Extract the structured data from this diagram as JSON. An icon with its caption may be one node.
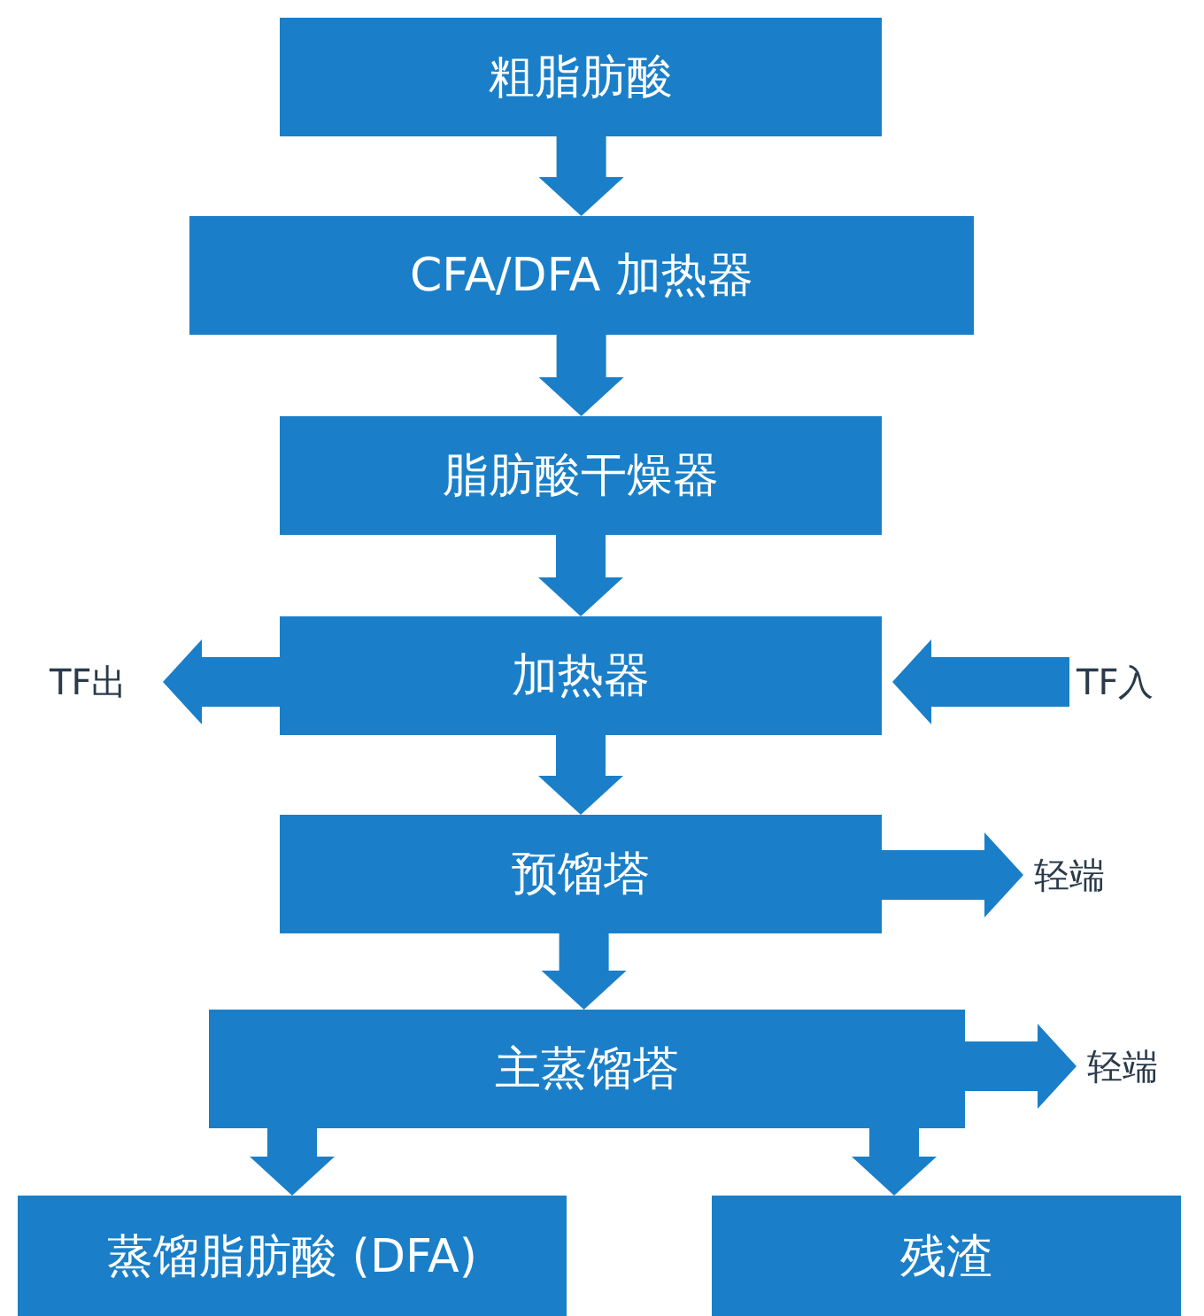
{
  "diagram": {
    "nodes": [
      {
        "text": [
          "粗脂肪酸"
        ]
      },
      {
        "text": [
          "CFA/DFA 加热器"
        ]
      },
      {
        "text": [
          "脂肪酸干燥器"
        ]
      },
      {
        "text": [
          "加热器"
        ]
      },
      {
        "text": [
          "预馏塔"
        ]
      },
      {
        "text": [
          "主蒸馏塔"
        ]
      },
      {
        "text": [
          "蒸馏脂肪酸 (DFA)"
        ]
      },
      {
        "text": [
          "残渣"
        ]
      },
      {
        "text": [
          "TF出"
        ]
      },
      {
        "text": [
          "TF入"
        ]
      },
      {
        "text": [
          "轻端"
        ]
      },
      {
        "text": [
          "轻端"
        ]
      }
    ],
    "edges": [
      {
        "from": 0,
        "to": 1,
        "arrow": "to"
      },
      {
        "from": 1,
        "to": 2,
        "arrow": "to"
      },
      {
        "from": 2,
        "to": 3,
        "arrow": "to"
      },
      {
        "from": 3,
        "to": 4,
        "arrow": "to"
      },
      {
        "from": 4,
        "to": 5,
        "arrow": "to"
      },
      {
        "from": 5,
        "to": 6,
        "arrow": "to"
      },
      {
        "from": 5,
        "to": 7,
        "arrow": "to"
      },
      {
        "from": 3,
        "to": 8,
        "arrow": "to"
      },
      {
        "from": 9,
        "to": 3,
        "arrow": "to"
      },
      {
        "from": 4,
        "to": 10,
        "arrow": "to"
      },
      {
        "from": 5,
        "to": 11,
        "arrow": "to"
      }
    ]
  }
}
